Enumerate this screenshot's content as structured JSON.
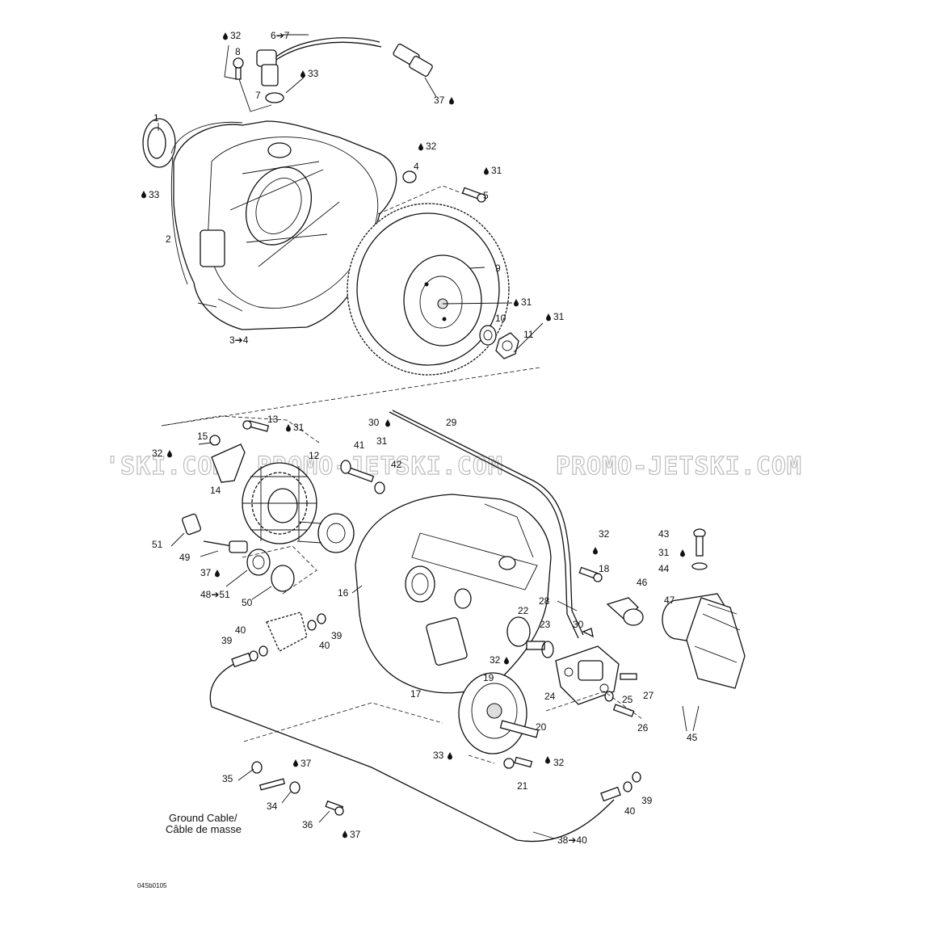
{
  "diagram": {
    "drawing_code": "04Sb0105",
    "watermark": "PROMO-JETSKI.COM",
    "watermark_partial": "'SKI.COM",
    "ground_cable_note": [
      "Ground Cable/",
      "Câble de masse"
    ],
    "labels": {
      "c32a": "32",
      "c67": "6➔7",
      "c8": "8",
      "c33a": "33",
      "c7": "7",
      "c37a": "37",
      "c1": "1",
      "c33b": "33",
      "c2": "2",
      "c32b": "32",
      "c4": "4",
      "c31a": "31",
      "c5": "5",
      "c9": "9",
      "c31b": "31",
      "c10": "10",
      "c31c": "31",
      "c11": "11",
      "c34a": "3➔4",
      "c13": "13",
      "c31d": "31",
      "c15": "15",
      "c32c": "32",
      "c12": "12",
      "c14": "14",
      "c30a": "30",
      "c29": "29",
      "c41": "41",
      "c31e": "31",
      "c42": "42",
      "c51": "51",
      "c49": "49",
      "c37b": "37",
      "c4851": "48➔51",
      "c50": "50",
      "c16": "16",
      "c32d": "32",
      "c18": "18",
      "c43": "43",
      "c31f": "31",
      "c44": "44",
      "c46": "46",
      "c47": "47",
      "c28": "28",
      "c22": "22",
      "c23": "23",
      "c30b": "30",
      "c40a": "40",
      "c39a": "39",
      "c40b": "40",
      "c39b": "39",
      "c32e": "32",
      "c19": "19",
      "c17": "17",
      "c24": "24",
      "c27": "27",
      "c25": "25",
      "c26": "26",
      "c45": "45",
      "c20": "20",
      "c33c": "33",
      "c32f": "32",
      "c21": "21",
      "c37c": "37",
      "c35": "35",
      "c34": "34",
      "c36": "36",
      "c37d": "37",
      "c39c": "39",
      "c40c": "40",
      "c3840": "38➔40"
    }
  }
}
